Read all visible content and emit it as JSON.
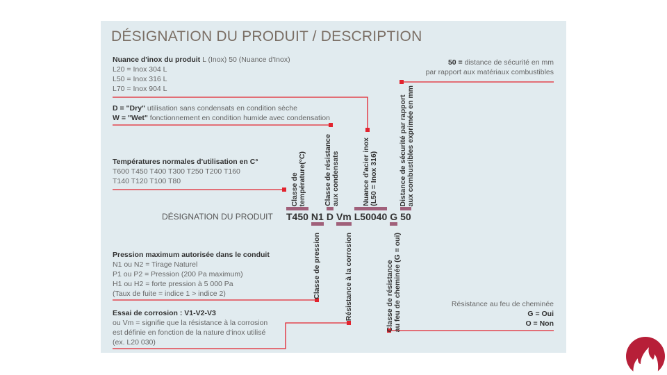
{
  "title": "DÉSIGNATION DU PRODUIT / DESCRIPTION",
  "nuance": {
    "heading_bold": "Nuance d'inox du produit",
    "heading_rest": " L (Inox) 50 (Nuance d'Inox)",
    "lines": [
      "L20 = Inox 304 L",
      "L50 = Inox 316 L",
      "L70 = Inox 904 L"
    ]
  },
  "condensats": {
    "d_bold": "D = \"Dry\"",
    "d_rest": " utilisation sans condensats en condition sèche",
    "w_bold": "W = \"Wet\"",
    "w_rest": " fonctionnement en condition humide avec condensation"
  },
  "temperature": {
    "heading": "Températures normales d'utilisation en C°",
    "lines": [
      "T600 T450 T400 T300 T250 T200 T160",
      "T140 T120 T100 T80"
    ]
  },
  "distance": {
    "bold": "50 =",
    "rest": " distance de sécurité en mm",
    "line2": "par rapport aux matériaux combustibles"
  },
  "pression": {
    "heading": "Pression maximum autorisée dans le conduit",
    "lines": [
      "N1 ou N2 = Tirage Naturel",
      "P1 ou P2 = Pression (200 Pa maximum)",
      "H1 ou H2 = forte pression à 5 000 Pa",
      "(Taux de fuite = indice 1 > indice 2)"
    ]
  },
  "corrosion": {
    "heading": "Essai de corrosion : V1-V2-V3",
    "lines": [
      "ou Vm = signifie que la résistance à la corrosion",
      "est définie en fonction de la nature d'inox utilisé",
      "(ex. L20 030)"
    ]
  },
  "feu": {
    "heading": "Résistance au feu de cheminée",
    "lines": [
      "G = Oui",
      "O = Non"
    ]
  },
  "designation_label": "DÉSIGNATION DU PRODUIT",
  "code": [
    "T450",
    "N1",
    "D",
    "Vm",
    "L50040",
    "G",
    "50"
  ],
  "vlabels": {
    "temp": [
      "Classe de",
      "température(°C)"
    ],
    "cond": [
      "Classe de résistance",
      "aux condensats"
    ],
    "nuance": [
      "Nuance d'acier inox",
      "(L50 = Inox 316)"
    ],
    "dist": [
      "Distance de sécurité par rapport",
      "aux combustibles exprimée en mm"
    ],
    "pression": "Classe de pression",
    "corrosion": "Résistance à la corrosion",
    "feu": [
      "Classe de résistance",
      "au feu de cheminée (G = oui)"
    ]
  },
  "colors": {
    "accent": "#e2232e",
    "bar": "#a0607a",
    "panel": "#e1ebef",
    "logo": "#b71f38"
  }
}
